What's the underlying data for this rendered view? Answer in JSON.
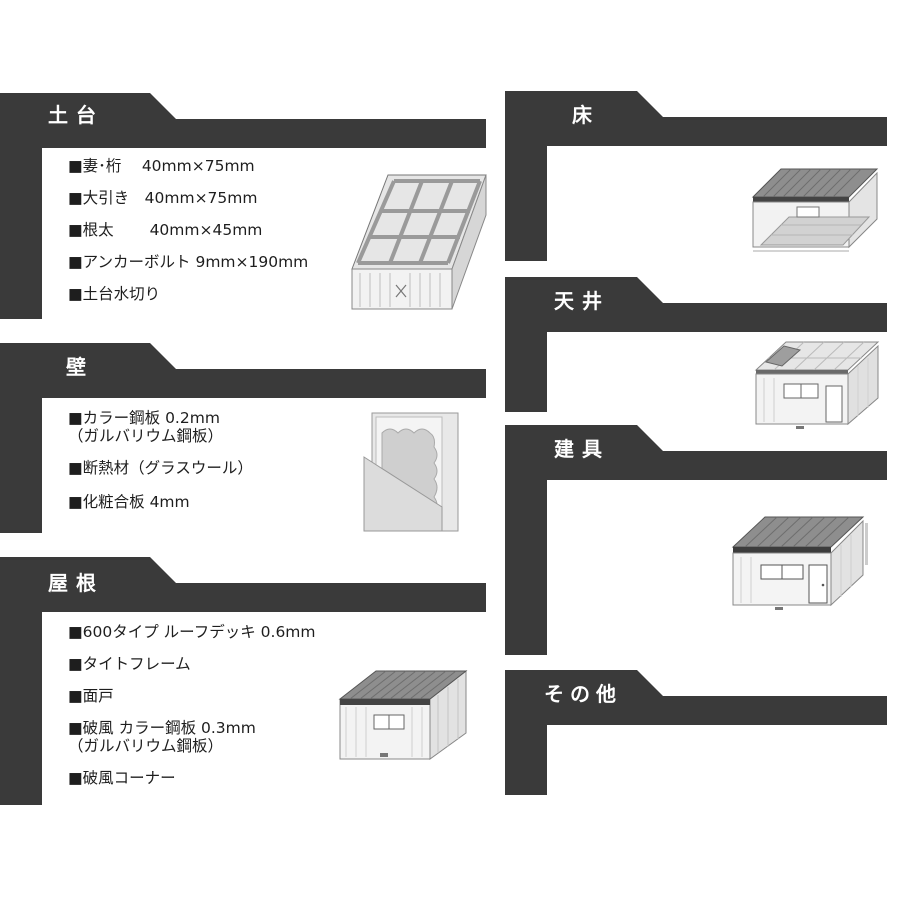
{
  "left_sections": [
    {
      "id": "dodai",
      "title": "土台",
      "items": [
        {
          "text": "■妻･桁 　40mm×75mm"
        },
        {
          "text": "■大引き　40mm×75mm"
        },
        {
          "text": "■根太　 　40mm×45mm"
        },
        {
          "text": "■アンカーボルト  9mm×190mm"
        },
        {
          "text": "■土台水切り"
        }
      ],
      "illustration": "floor-frame-illustration"
    },
    {
      "id": "kabe",
      "title": "壁",
      "items": [
        {
          "text": "■カラー鋼板  0.2mm",
          "sub": "（ガルバリウム鋼板）"
        },
        {
          "text": "■断熱材（グラスウール）"
        },
        {
          "text": "■化粧合板  4mm"
        }
      ],
      "illustration": "wall-panel-illustration"
    },
    {
      "id": "yane",
      "title": "屋根",
      "items": [
        {
          "text": "■600タイプ ルーフデッキ  0.6mm"
        },
        {
          "text": "■タイトフレーム"
        },
        {
          "text": "■面戸"
        },
        {
          "text": "■破風  カラー鋼板  0.3mm",
          "sub": "（ガルバリウム鋼板）"
        },
        {
          "text": "■破風コーナー"
        }
      ],
      "illustration": "prefab-house-illustration"
    }
  ],
  "right_sections": [
    {
      "id": "yuka",
      "title": "床",
      "illustration": "floor-interior-illustration"
    },
    {
      "id": "tenjo",
      "title": "天井",
      "illustration": "ceiling-illustration"
    },
    {
      "id": "tategu",
      "title": "建具",
      "illustration": "fittings-house-illustration"
    },
    {
      "id": "sonota",
      "title": "その他",
      "illustration": ""
    }
  ],
  "colors": {
    "frame": "#3a3a3a",
    "title_text": "#ffffff",
    "body_text": "#1e1e1e"
  }
}
